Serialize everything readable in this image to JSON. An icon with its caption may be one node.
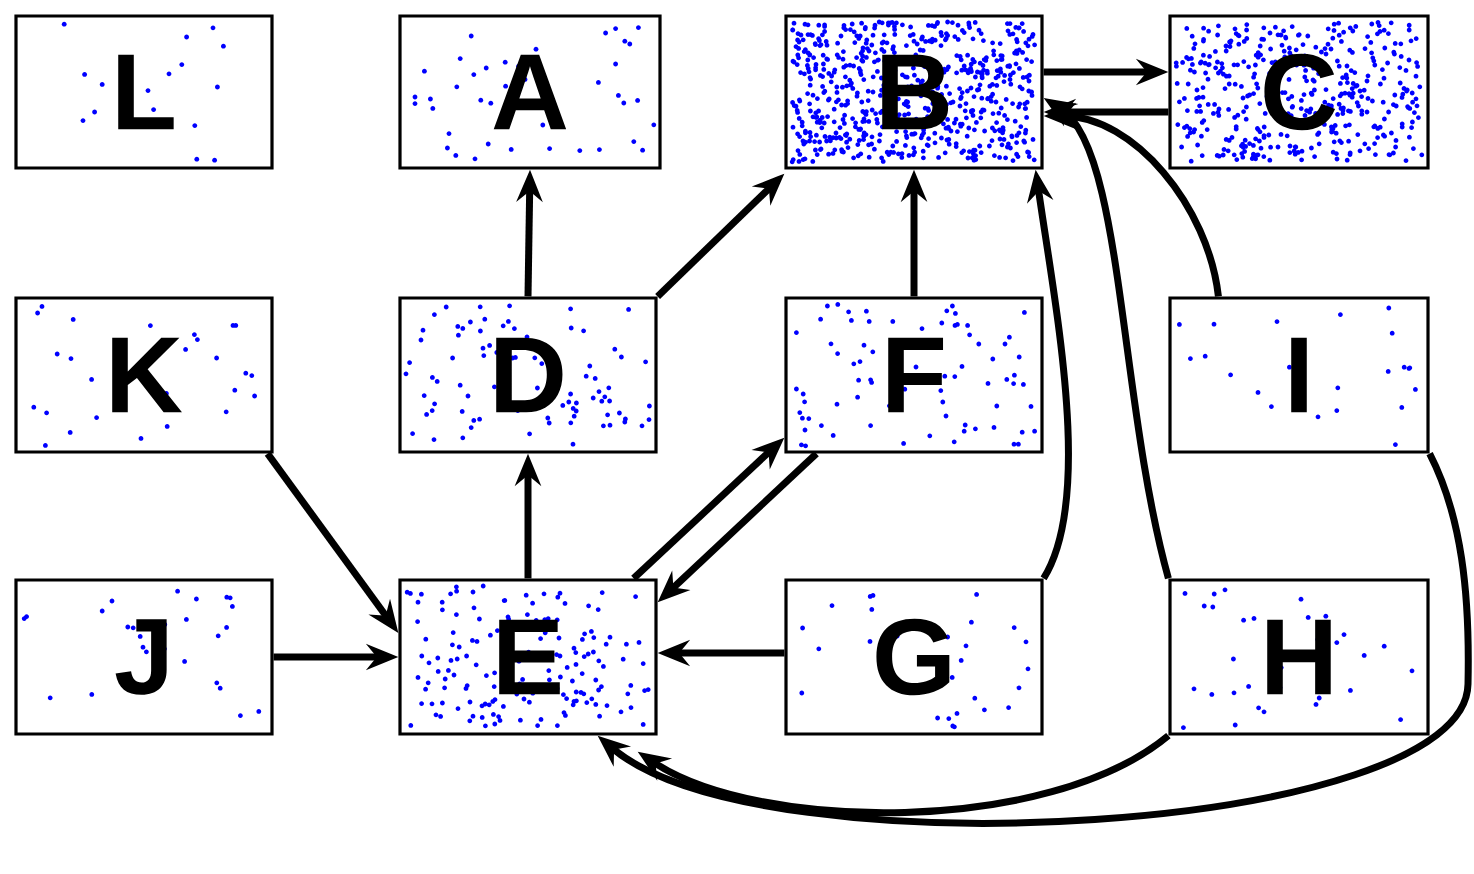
{
  "diagram": {
    "nodes": [
      {
        "text": [
          "L"
        ]
      },
      {
        "text": [
          "A"
        ]
      },
      {
        "text": [
          "B"
        ]
      },
      {
        "text": [
          "C"
        ]
      },
      {
        "text": [
          "K"
        ]
      },
      {
        "text": [
          "D"
        ]
      },
      {
        "text": [
          "F"
        ]
      },
      {
        "text": [
          "I"
        ]
      },
      {
        "text": [
          "J"
        ]
      },
      {
        "text": [
          "E"
        ]
      },
      {
        "text": [
          "G"
        ]
      },
      {
        "text": [
          "H"
        ]
      }
    ],
    "edges": [
      {
        "from": 2,
        "to": 3,
        "arrow": "to"
      },
      {
        "from": 3,
        "to": 2,
        "arrow": "to"
      },
      {
        "from": 5,
        "to": 1,
        "arrow": "to"
      },
      {
        "from": 5,
        "to": 2,
        "arrow": "to"
      },
      {
        "from": 6,
        "to": 2,
        "arrow": "to"
      },
      {
        "from": 7,
        "to": 2,
        "arrow": "to"
      },
      {
        "from": 4,
        "to": 9,
        "arrow": "to"
      },
      {
        "from": 8,
        "to": 9,
        "arrow": "to"
      },
      {
        "from": 9,
        "to": 5,
        "arrow": "to"
      },
      {
        "from": 9,
        "to": 6,
        "arrow": "to"
      },
      {
        "from": 6,
        "to": 9,
        "arrow": "to"
      },
      {
        "from": 10,
        "to": 9,
        "arrow": "to"
      },
      {
        "from": 10,
        "to": 2,
        "arrow": "to"
      },
      {
        "from": 11,
        "to": 2,
        "arrow": "to"
      },
      {
        "from": 11,
        "to": 9,
        "arrow": "to"
      },
      {
        "from": 7,
        "to": 9,
        "arrow": "to"
      }
    ]
  }
}
